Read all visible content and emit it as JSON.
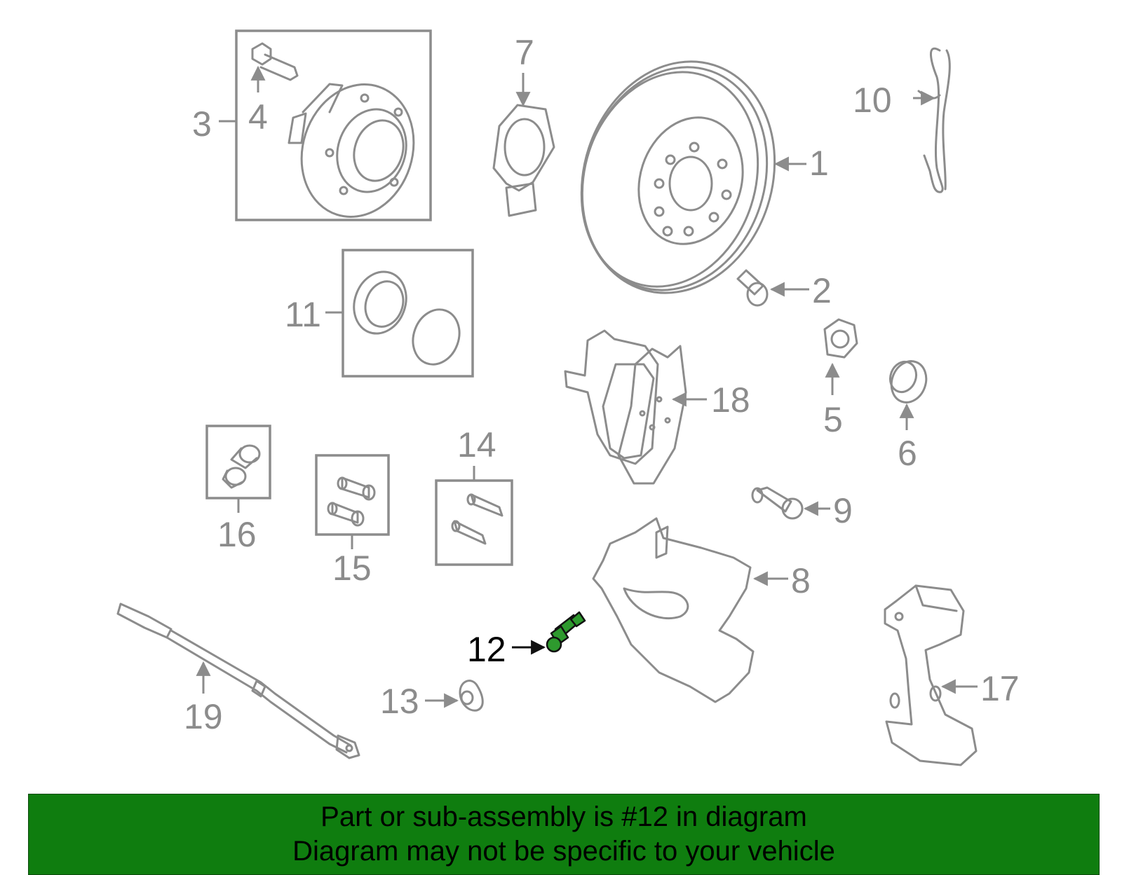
{
  "colors": {
    "line": "#8c8c8c",
    "highlight": "#2e9a2e",
    "banner_bg": "#0f7d0f",
    "text": "#000000"
  },
  "callouts": {
    "c1": "1",
    "c2": "2",
    "c3": "3",
    "c4": "4",
    "c5": "5",
    "c6": "6",
    "c7": "7",
    "c8": "8",
    "c9": "9",
    "c10": "10",
    "c11": "11",
    "c12": "12",
    "c13": "13",
    "c14": "14",
    "c15": "15",
    "c16": "16",
    "c17": "17",
    "c18": "18",
    "c19": "19"
  },
  "highlighted_part": "12",
  "banner": {
    "line1": "Part or sub-assembly is #12 in diagram",
    "line2": "Diagram may not be specific to your vehicle"
  }
}
